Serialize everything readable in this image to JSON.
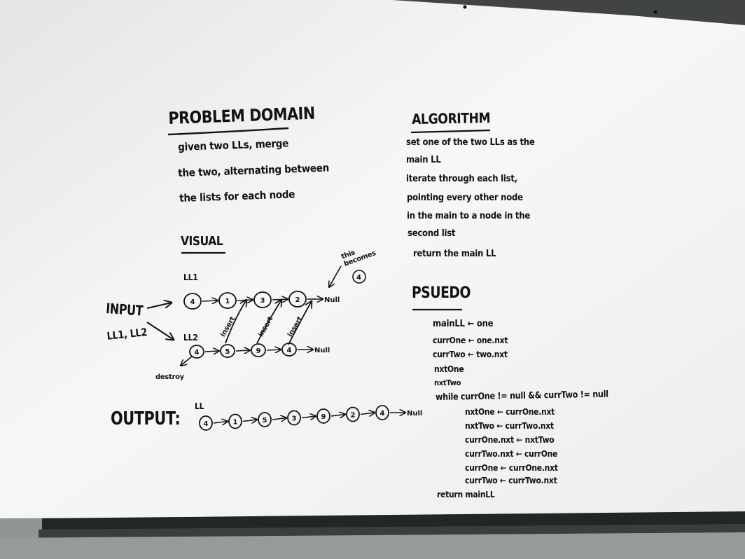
{
  "problem_domain": {
    "title": "PROBLEM DOMAIN",
    "lines": [
      "given two LLs, merge",
      "the two, alternating between",
      "the lists for each node"
    ]
  },
  "algorithm": {
    "title": "ALGORITHM",
    "lines": [
      "set one of the two LLs as the",
      "main LL",
      "iterate through each list,",
      "pointing every other node",
      "in the main to a node in the",
      "second list",
      "return the main LL"
    ]
  },
  "visual": {
    "title": "VISUAL",
    "input_label": "INPUT",
    "input_sub": "LL1, LL2",
    "ll1_label": "LL1",
    "ll2_label": "LL2",
    "ll1_nodes": [
      "4",
      "1",
      "3",
      "2"
    ],
    "ll2_nodes": [
      "4",
      "5",
      "9",
      "4"
    ],
    "null_text": "Null",
    "insert_text": "insert",
    "destroy_text": "destroy",
    "note": "this becomes",
    "note_node": "4"
  },
  "output": {
    "label": "OUTPUT:",
    "ll_label": "LL",
    "nodes": [
      "4",
      "1",
      "5",
      "3",
      "9",
      "2",
      "4"
    ],
    "null_text": "Null"
  },
  "pseudo": {
    "title": "PSUEDO",
    "lines": [
      "mainLL ← one",
      "currOne ← one.nxt",
      "currTwo ← two.nxt",
      "nxtOne",
      "nxtTwo",
      "while currOne != null && currTwo != null"
    ],
    "loop_lines": [
      "nxtOne ← currOne.nxt",
      "nxtTwo ← currTwo.nxt",
      "currOne.nxt ← nxtTwo",
      "currTwo.nxt ← currOne",
      "currOne ← currOne.nxt",
      "currTwo ← currTwo.nxt"
    ],
    "return_line": "return mainLL"
  },
  "colors": {
    "board": "#f1f2f2",
    "ink": "#121212",
    "tray": "#2a2d2e",
    "frame": "#3a3c3d"
  }
}
